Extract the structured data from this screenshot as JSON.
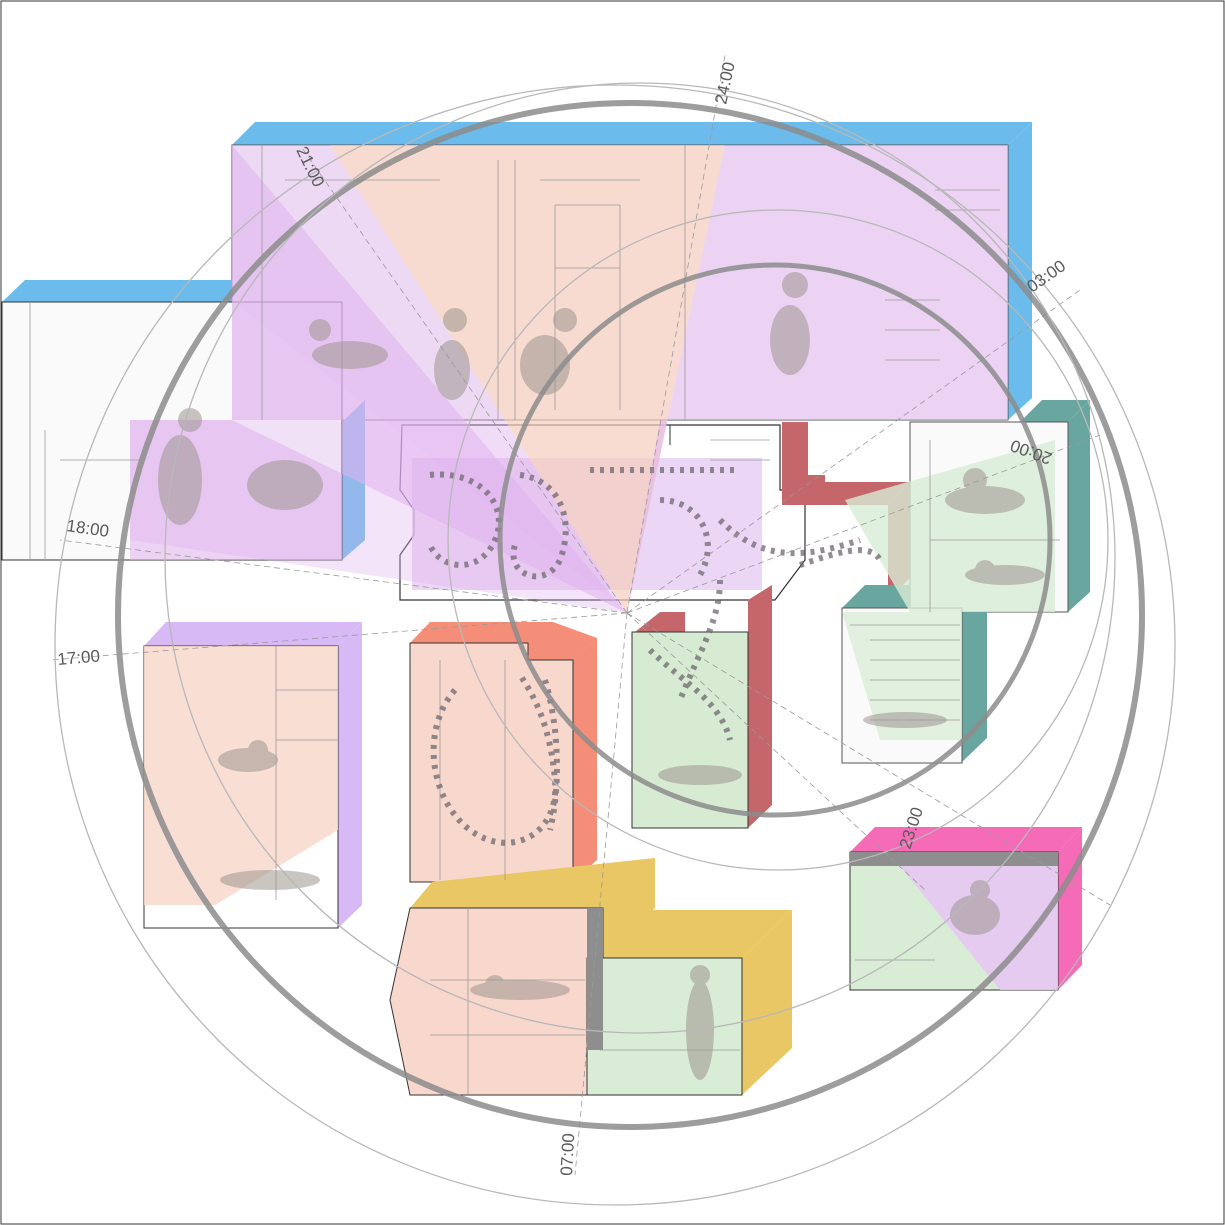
{
  "diagram": {
    "time_labels": [
      "24:00",
      "21:00",
      "03:00",
      "18:00",
      "20:00",
      "17:00",
      "23:00",
      "07:00"
    ],
    "colors": {
      "blue_extrusion": "#6bbcec",
      "teal_extrusion": "#6aa6a0",
      "red_extrusion": "#c4666a",
      "orange_extrusion": "#f58e78",
      "lilac_extrusion": "#d6b9f5",
      "yellow_extrusion": "#e9c764",
      "magenta_extrusion": "#f56bb7",
      "purple_wedge": "#e8c8f4",
      "peach_wedge": "#f8d8cc",
      "green_wedge": "#d8ecd6",
      "ring_dark": "#8c8c8c",
      "ring_light": "#b8b8b8"
    }
  }
}
